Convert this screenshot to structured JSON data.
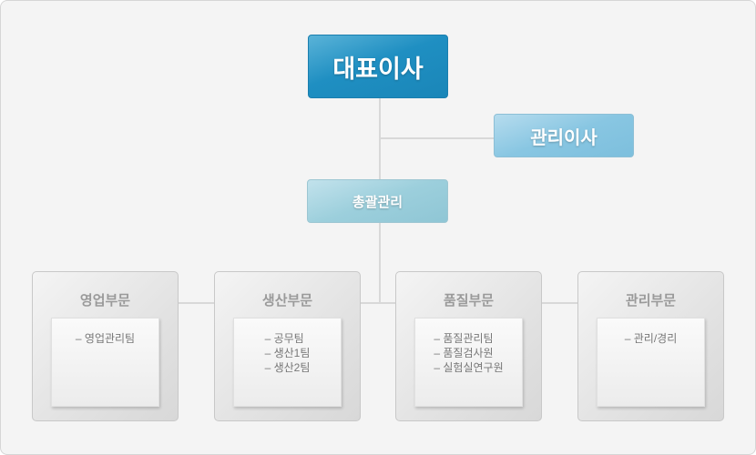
{
  "ceo": "대표이사",
  "director": "관리이사",
  "general_management": "총괄관리",
  "departments": [
    {
      "title": "영업부문",
      "teams": [
        "– 영업관리팀"
      ]
    },
    {
      "title": "생산부문",
      "teams": [
        "– 공무팀",
        "– 생산1팀",
        "– 생산2팀"
      ]
    },
    {
      "title": "품질부문",
      "teams": [
        "– 품질관리팀",
        "– 품질검사원",
        "– 실험실연구원"
      ]
    },
    {
      "title": "관리부문",
      "teams": [
        "– 관리/경리"
      ]
    }
  ]
}
